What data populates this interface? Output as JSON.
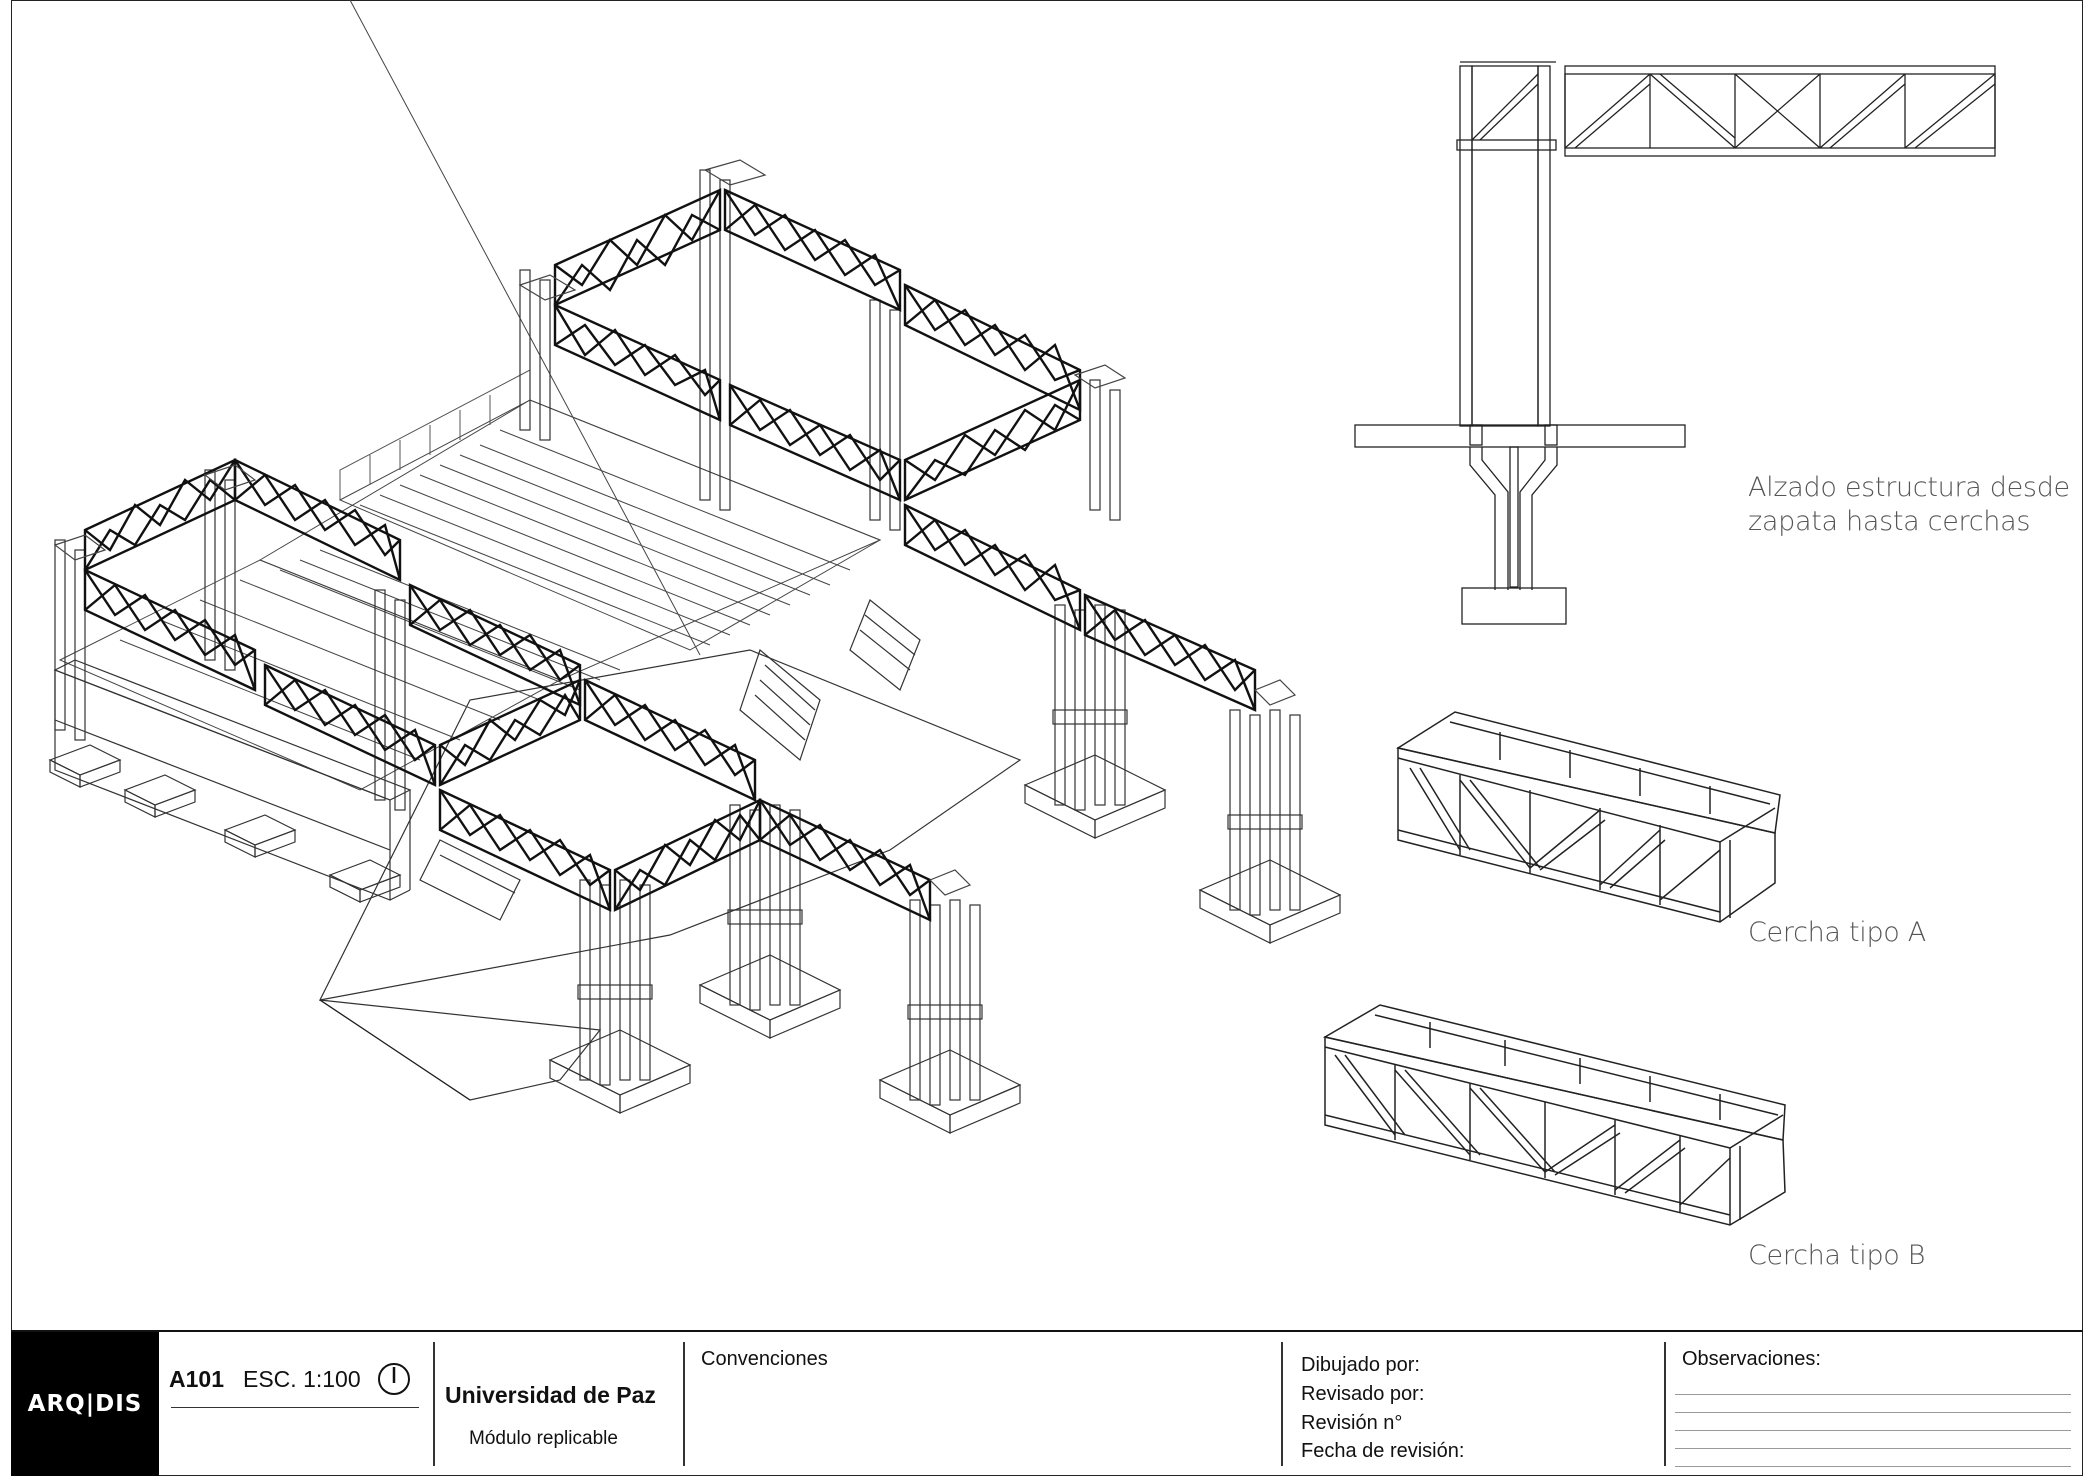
{
  "captions": {
    "elevation_line1": "Alzado estructura desde",
    "elevation_line2": "zapata hasta cerchas",
    "truss_a": "Cercha tipo A",
    "truss_b": "Cercha tipo B"
  },
  "title_block": {
    "logo": "ARQ|DIS",
    "sheet_number": "A101",
    "scale": "ESC. 1:100",
    "project": "Universidad de Paz",
    "subtitle": "Módulo replicable",
    "conventions_label": "Convenciones",
    "drawn_by": "Dibujado por:",
    "reviewed_by": "Revisado por:",
    "revision_no": "Revisión n°",
    "revision_date": "Fecha de revisión:",
    "observations": "Observaciones:"
  },
  "icons": [
    "north-arrow-icon"
  ]
}
